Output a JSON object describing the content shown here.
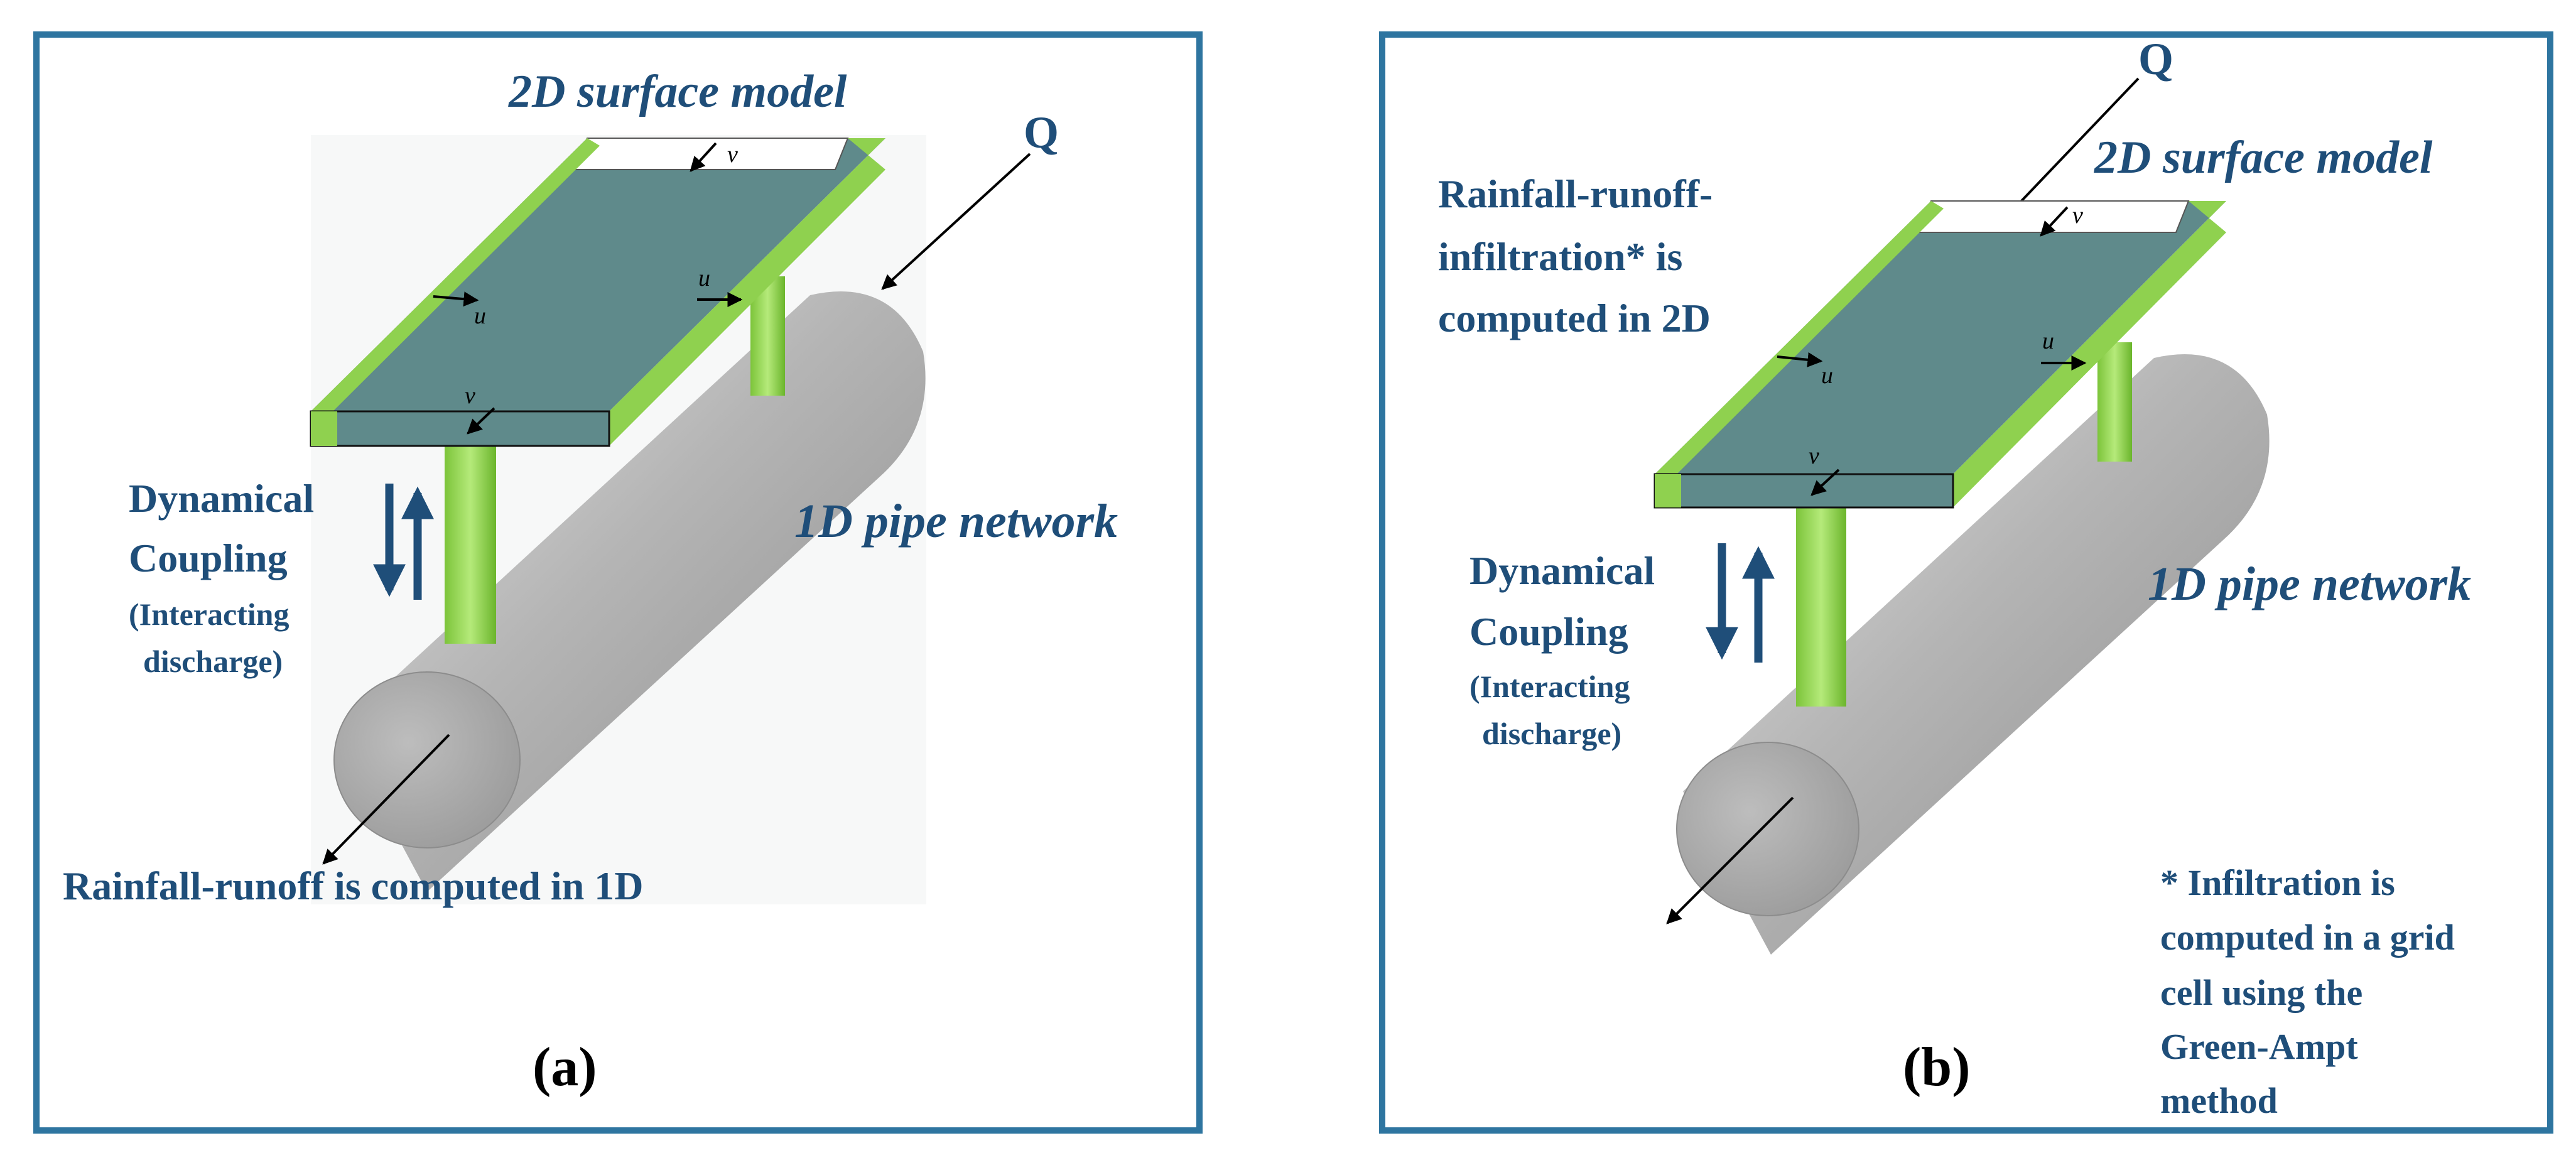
{
  "colors": {
    "frame": "#2e75a0",
    "label": "#1f4e79",
    "surface_top": "#5f8a8b",
    "surface_edge": "#8fd14f",
    "pipe": "#a6a6a6",
    "riser": "#8fd14f",
    "arrow": "#1f4e79"
  },
  "panel_a": {
    "surface_label": "2D surface model",
    "q_label": "Q",
    "pipe_label": "1D pipe network",
    "coupling_line1": "Dynamical",
    "coupling_line2": "Coupling",
    "coupling_line3": "(Interacting",
    "coupling_line4": "discharge)",
    "rainfall_label": "Rainfall-runoff is computed in 1D",
    "panel_letter": "(a)",
    "vel_v_top": "v",
    "vel_u_left": "u",
    "vel_u_right": "u",
    "vel_v_front": "v"
  },
  "panel_b": {
    "q_label": "Q",
    "surface_label": "2D surface model",
    "rainfall_line1": "Rainfall-runoff-",
    "rainfall_line2": "infiltration* is",
    "rainfall_line3": "computed in 2D",
    "pipe_label": "1D pipe network",
    "coupling_line1": "Dynamical",
    "coupling_line2": "Coupling",
    "coupling_line3": "(Interacting",
    "coupling_line4": "discharge)",
    "note_line1": "* Infiltration  is",
    "note_line2": "computed in a grid",
    "note_line3": "cell using the",
    "note_line4": "Green-Ampt",
    "note_line5": "method",
    "panel_letter": "(b)",
    "vel_v_top": "v",
    "vel_u_left": "u",
    "vel_u_right": "u",
    "vel_v_front": "v"
  }
}
